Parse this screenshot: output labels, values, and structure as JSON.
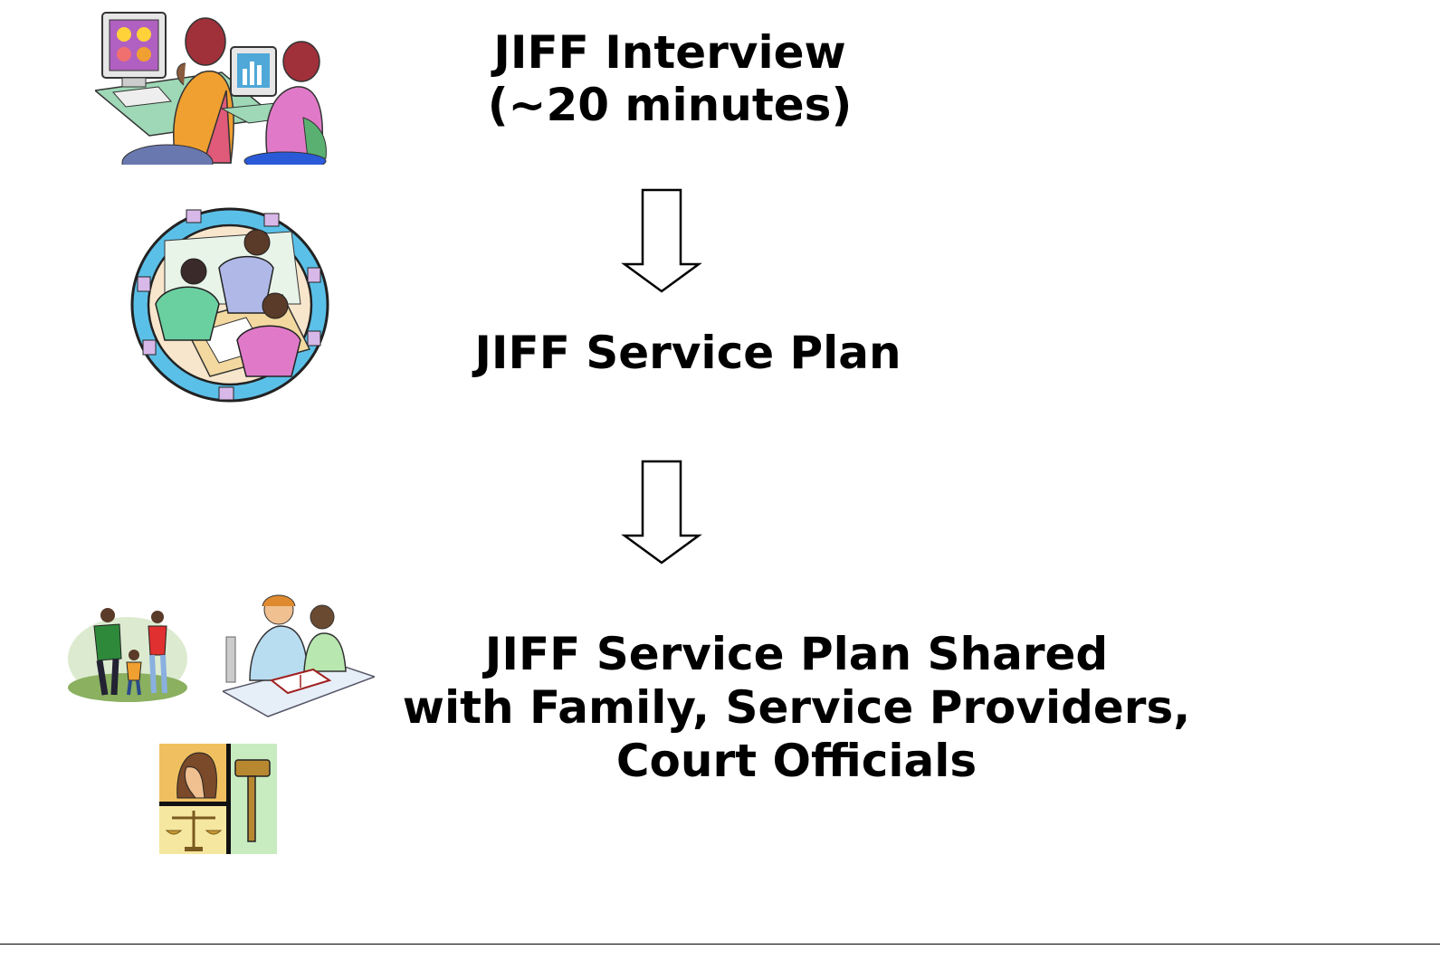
{
  "steps": [
    {
      "lines": [
        "JIFF Interview",
        "(~20 minutes)"
      ],
      "clipart": "computer-interview-clipart"
    },
    {
      "lines": [
        "JIFF Service Plan"
      ],
      "clipart": "planning-meeting-clipart"
    },
    {
      "lines": [
        "JIFF Service Plan Shared",
        "with Family, Service Providers,",
        "Court Officials"
      ],
      "clipart": [
        "family-walking-clipart",
        "tutoring-clipart",
        "court-justice-clipart"
      ]
    }
  ],
  "connectors": [
    "down-arrow",
    "down-arrow"
  ],
  "colors": {
    "text": "#000000",
    "screen_blue": "#4fa8d8",
    "frame_blue": "#5bc0e8",
    "mat_green": "#9ed8b6",
    "skin_brown": "#8a5a3c",
    "shirt_pink": "#e07ac8",
    "shirt_orange": "#f0a030",
    "court_yellow": "#f6e7a0",
    "court_green": "#c8ecc0"
  }
}
